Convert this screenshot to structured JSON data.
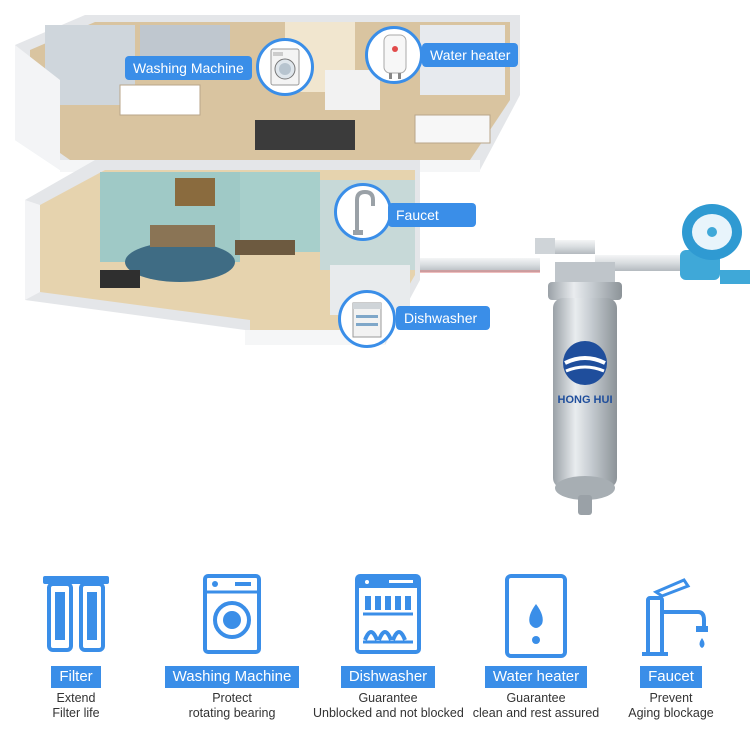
{
  "callouts": {
    "washing_machine": "Washing Machine",
    "water_heater": "Water heater",
    "faucet": "Faucet",
    "dishwasher": "Dishwasher"
  },
  "filter_brand": "HONG HUI",
  "features": [
    {
      "icon": "filter-cartridges-icon",
      "title": "Filter",
      "line1": "Extend",
      "line2": "Filter life"
    },
    {
      "icon": "washing-machine-icon",
      "title": "Washing Machine",
      "line1": "Protect",
      "line2": "rotating bearing"
    },
    {
      "icon": "dishwasher-icon",
      "title": "Dishwasher",
      "line1": "Guarantee",
      "line2": "Unblocked and not blocked"
    },
    {
      "icon": "water-heater-icon",
      "title": "Water heater",
      "line1": "Guarantee",
      "line2": "clean and rest assured"
    },
    {
      "icon": "faucet-icon",
      "title": "Faucet",
      "line1": "Prevent",
      "line2": "Aging blockage"
    }
  ],
  "colors": {
    "accent": "#3a8ee8",
    "wall": "#eef0f2",
    "floor": "#e9d7b6",
    "teal_wall": "#9fc9c6",
    "steel": "#c9ced2"
  }
}
